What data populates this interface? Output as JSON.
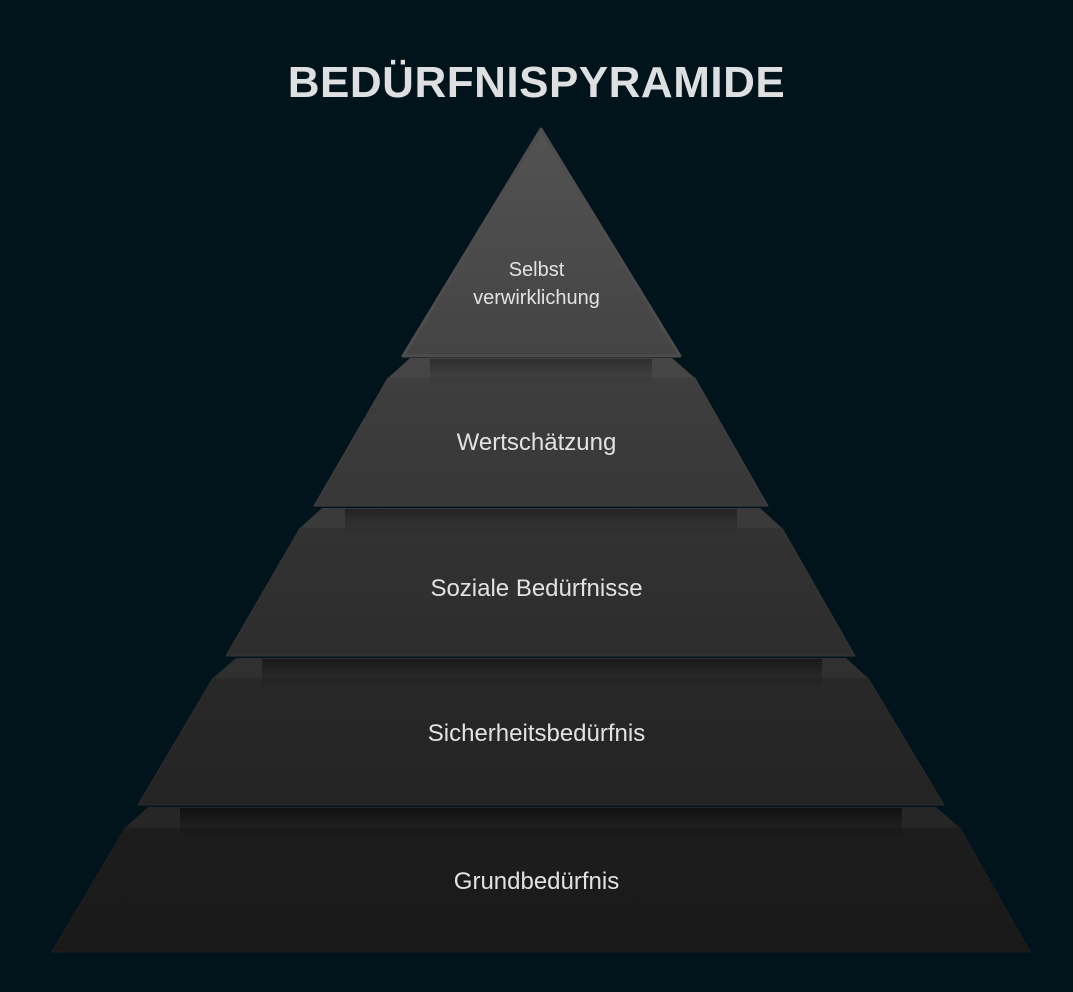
{
  "title": "BEDÜRFNISPYRAMIDE",
  "colors": {
    "background": "#02141b",
    "title_text": "#dedfe0",
    "label_text": "#e2e2e2",
    "level_1_fill": "#4a4a4a",
    "level_2_fill": "#3b3b3b",
    "level_3_fill": "#303030",
    "level_4_fill": "#262626",
    "level_5_fill": "#1b1b1b"
  },
  "pyramid": {
    "levels": [
      {
        "rank": 1,
        "label_line1": "Selbst",
        "label_line2": "verwirklichung"
      },
      {
        "rank": 2,
        "label": "Wertschätzung"
      },
      {
        "rank": 3,
        "label": "Soziale Bedürfnisse"
      },
      {
        "rank": 4,
        "label": "Sicherheitsbedürfnis"
      },
      {
        "rank": 5,
        "label": "Grundbedürfnis"
      }
    ]
  }
}
